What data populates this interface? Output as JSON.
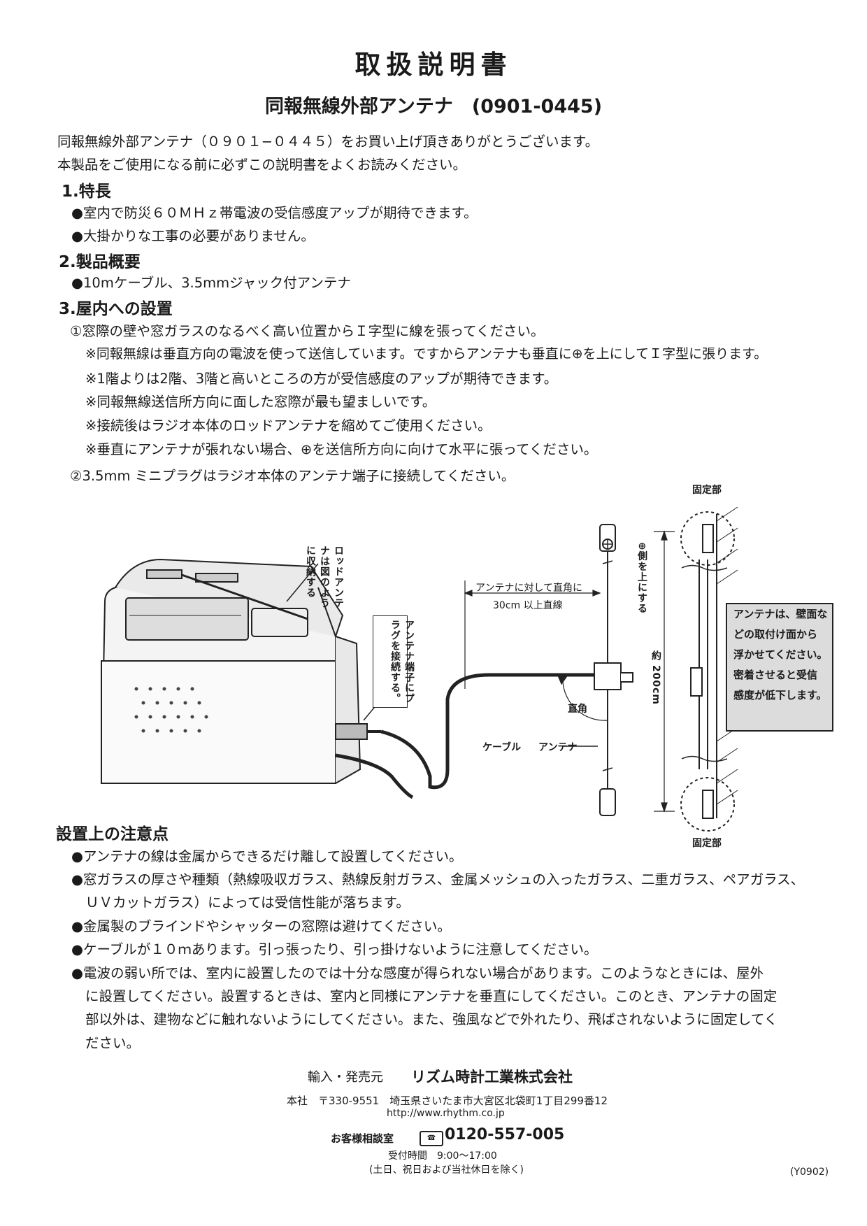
{
  "header": {
    "title": "取扱説明書",
    "subtitle": "同報無線外部アンテナ　(0901-0445)"
  },
  "intro": [
    "同報無線外部アンテナ（０９０１−０４４５）をお買い上げ頂きありがとうございます。",
    "本製品をご使用になる前に必ずこの説明書をよくお読みください。"
  ],
  "sections": {
    "features": {
      "heading": "1.特長",
      "items": [
        "●室内で防災６０ＭＨｚ帯電波の受信感度アップが期待できます。",
        "●大掛かりな工事の必要がありません。"
      ]
    },
    "overview": {
      "heading": "2.製品概要",
      "items": [
        "●10mケーブル、3.5mmジャック付アンテナ"
      ]
    },
    "install": {
      "heading": "3.屋内への設置",
      "step1": "①窓際の壁や窓ガラスのなるべく高い位置からＩ字型に線を張ってください。",
      "notes": [
        "※同報無線は垂直方向の電波を使って送信しています。ですからアンテナも垂直に⊕を上にしてＩ字型に張ります。",
        "※1階よりは2階、3階と高いところの方が受信感度のアップが期待できます。",
        "※同報無線送信所方向に面した窓際が最も望ましいです。",
        "※接続後はラジオ本体のロッドアンテナを縮めてご使用ください。",
        "※垂直にアンテナが張れない場合、⊕を送信所方向に向けて水平に張ってください。"
      ],
      "step2": "②3.5mm ミニプラグはラジオ本体のアンテナ端子に接続してください。"
    },
    "cautions": {
      "heading": "設置上の注意点",
      "items": [
        "●アンテナの線は金属からできるだけ離して設置してください。",
        "●窓ガラスの厚さや種類（熱線吸収ガラス、熱線反射ガラス、金属メッシュの入ったガラス、二重ガラス、ペアガラス、",
        "ＵＶカットガラス）によっては受信性能が落ちます。",
        "●金属製のブラインドやシャッターの窓際は避けてください。",
        "●ケーブルが１０ｍあります。引っ張ったり、引っ掛けないように注意してください。",
        "●電波の弱い所では、室内に設置したのでは十分な感度が得られない場合があります。このようなときには、屋外",
        "に設置してください。設置するときは、室内と同様にアンテナを垂直にしてください。このとき、アンテナの固定",
        "部以外は、建物などに触れないようにしてください。また、強風などで外れたり、飛ばされないように固定してく",
        "ださい。"
      ]
    }
  },
  "diagram": {
    "rod_note": [
      "ロッドアンテ",
      "ナは図のよう",
      "に収納する"
    ],
    "plug_note": [
      "アンテナ端子にプ",
      "ラグを接続する。"
    ],
    "perp_label_1": "アンテナに対して直角に",
    "perp_label_2": "30cm 以上直線",
    "right_angle": "直角",
    "cable_label": "ケーブル",
    "antenna_label": "アンテナ",
    "plus_up": "⊕側を上にする",
    "length": "約 200cm",
    "fixed_top": "固定部",
    "fixed_bottom": "固定部",
    "wall_note": [
      "アンテナは、壁面な",
      "どの取付け面から",
      "浮かせてください。",
      "密着させると受信",
      "感度が低下します。"
    ]
  },
  "footer": {
    "seller_prefix": "輸入・発売元",
    "company": "リズム時計工業株式会社",
    "address": "本社　〒330-9551　埼玉県さいたま市大宮区北袋町1丁目299番12",
    "url": "http://www.rhythm.co.jp",
    "support_label": "お客様相談室",
    "phone": "0120-557-005",
    "hours": "受付時間　9:00〜17:00",
    "holidays": "(土日、祝日および当社休日を除く)",
    "code": "(Y0902)"
  }
}
